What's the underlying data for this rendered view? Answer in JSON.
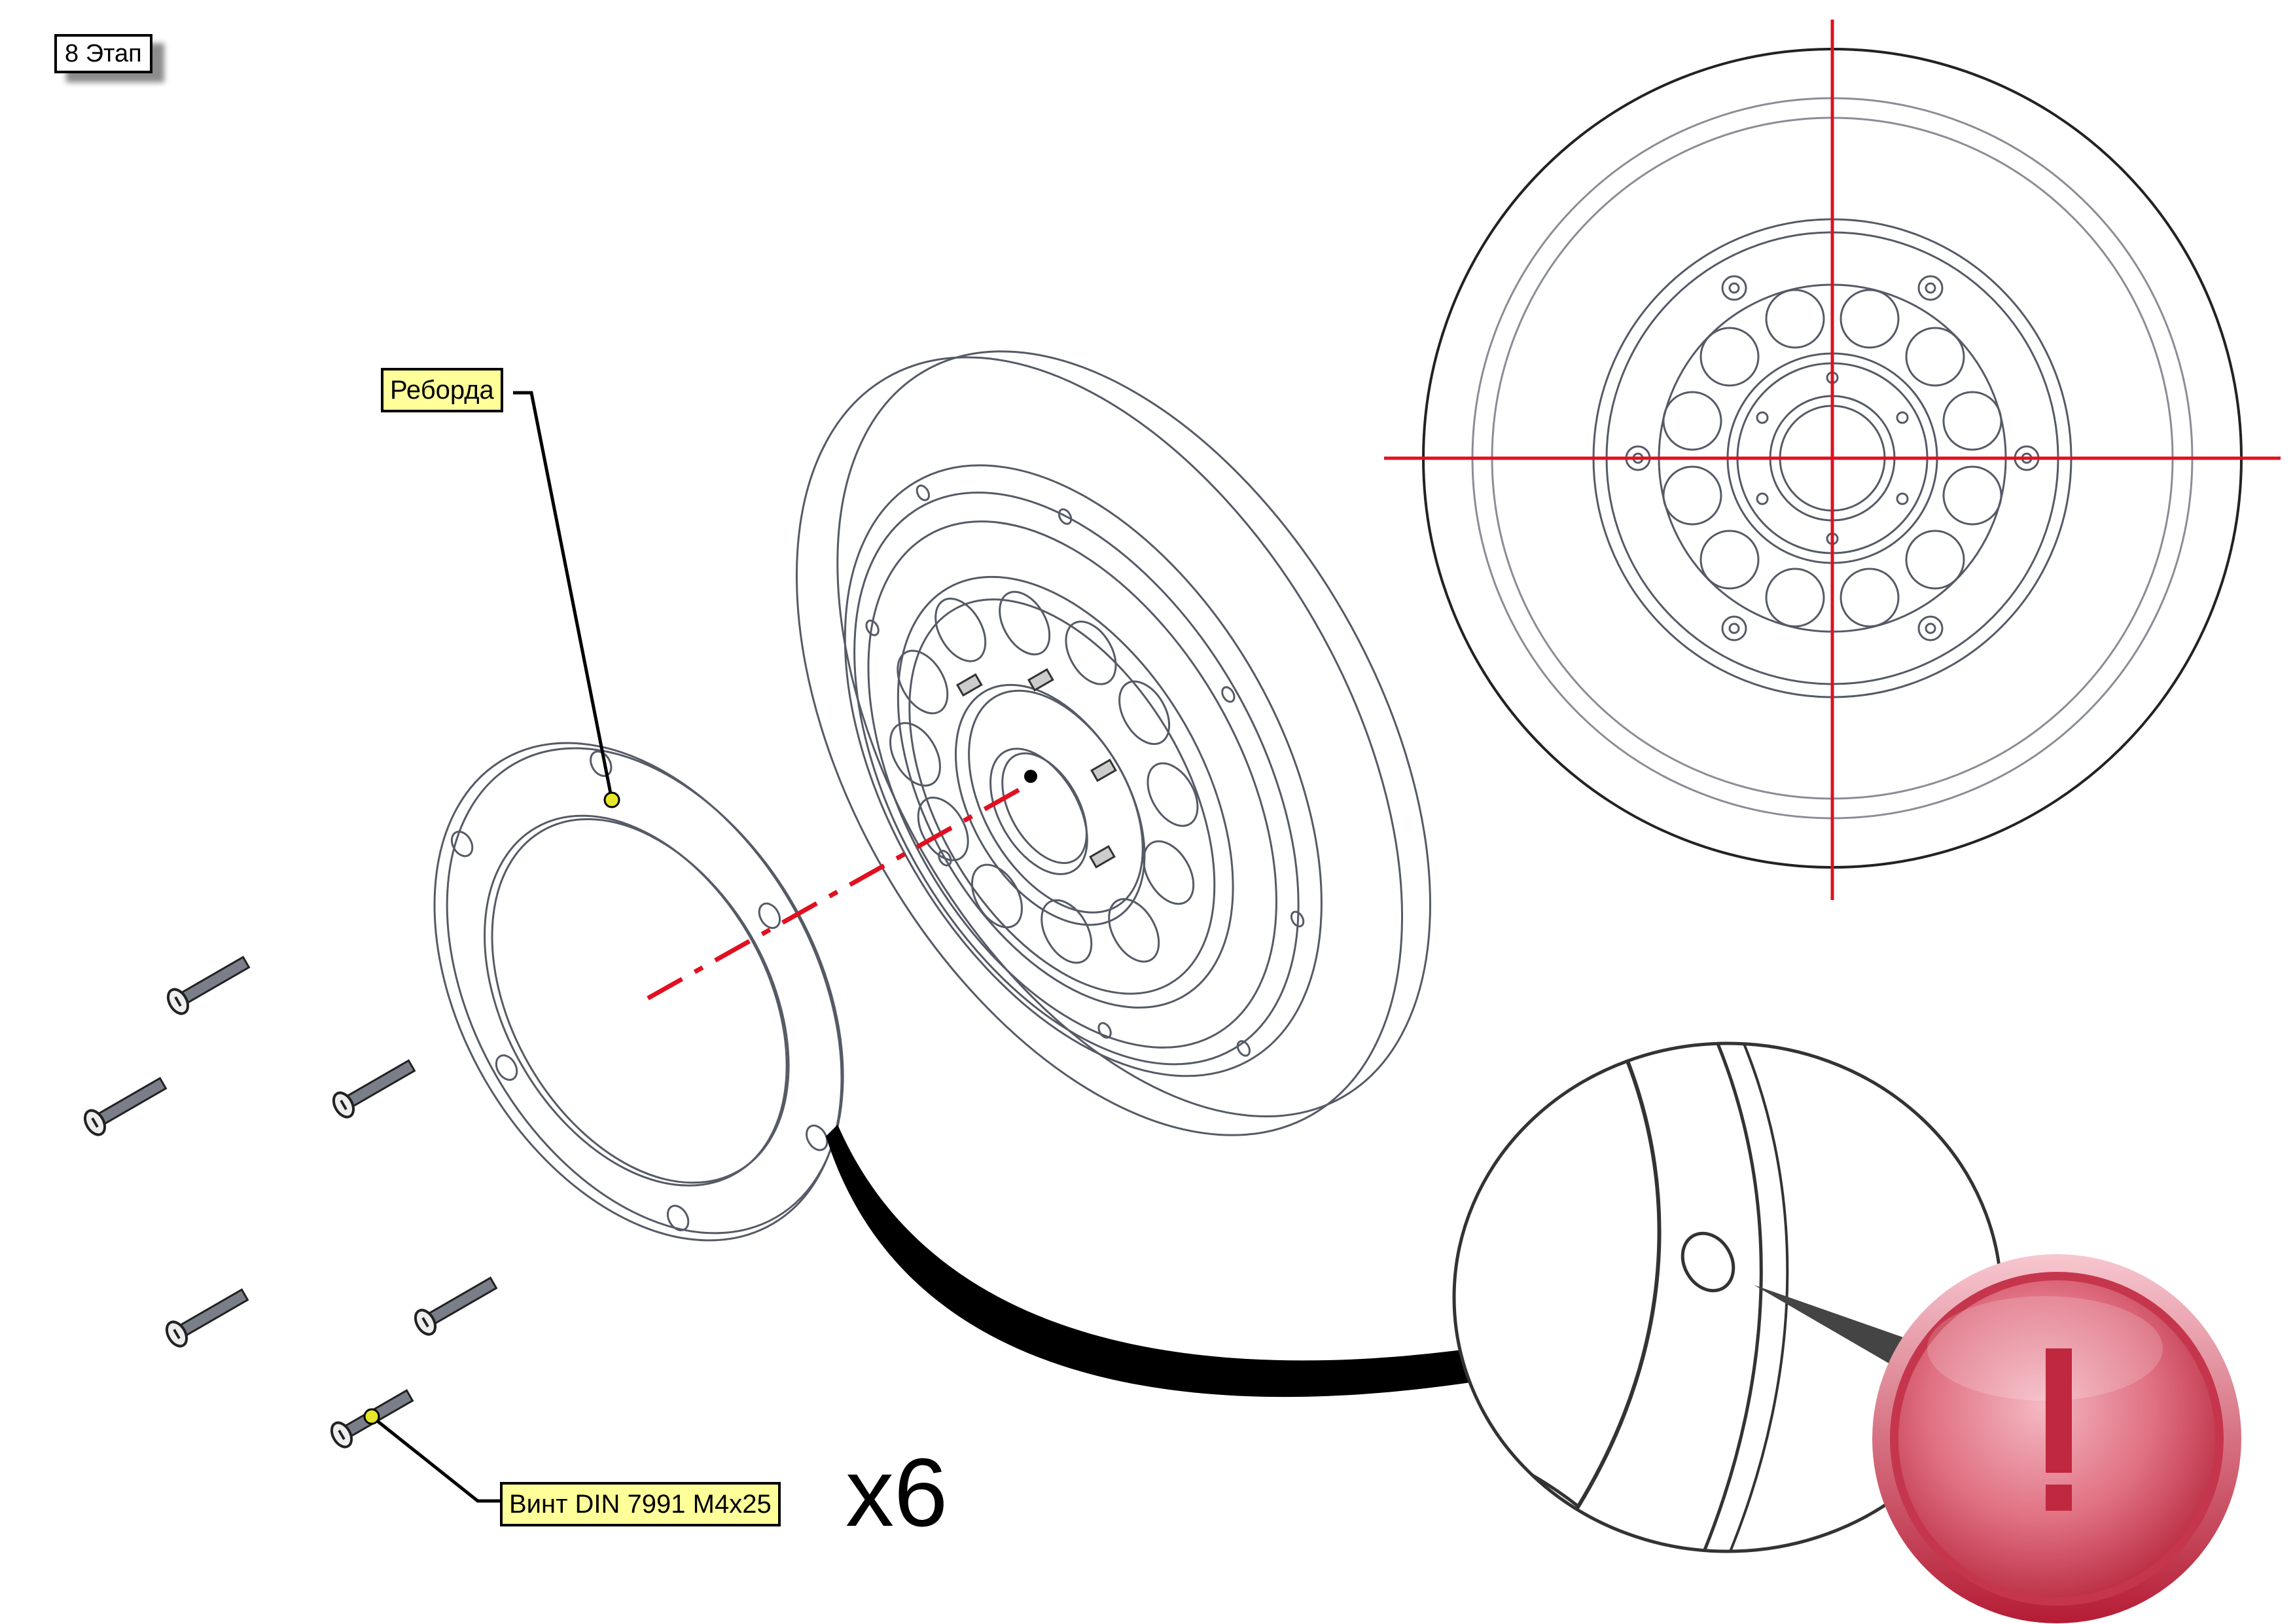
{
  "stage_label": "8 Этап",
  "callouts": {
    "flange": "Реборда",
    "screw": "Винт DIN 7991 M4x25"
  },
  "quantity": "x6",
  "colors": {
    "axis": "#e01020",
    "callout_fill": "#ffff9a",
    "marker": "#e6e62a",
    "warning": "#d64a5e",
    "line": "#555a66"
  },
  "icons": {
    "warning": "exclamation-warning-icon",
    "detail": "magnifier-detail-view"
  }
}
